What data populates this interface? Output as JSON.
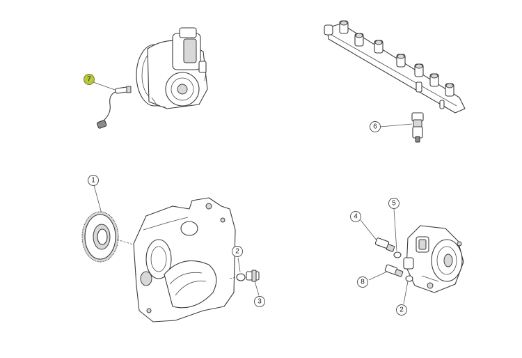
{
  "callouts": [
    {
      "id": "c7",
      "label": "7",
      "highlighted": true
    },
    {
      "id": "c6",
      "label": "6",
      "highlighted": false
    },
    {
      "id": "c1",
      "label": "1",
      "highlighted": false
    },
    {
      "id": "c2a",
      "label": "2",
      "highlighted": false
    },
    {
      "id": "c3",
      "label": "3",
      "highlighted": false
    },
    {
      "id": "c4",
      "label": "4",
      "highlighted": false
    },
    {
      "id": "c5",
      "label": "5",
      "highlighted": false
    },
    {
      "id": "c8",
      "label": "8",
      "highlighted": false
    },
    {
      "id": "c2b",
      "label": "2",
      "highlighted": false
    }
  ],
  "colors": {
    "highlight": "#b9c93d",
    "line": "#3a3a3a",
    "background": "#ffffff"
  }
}
